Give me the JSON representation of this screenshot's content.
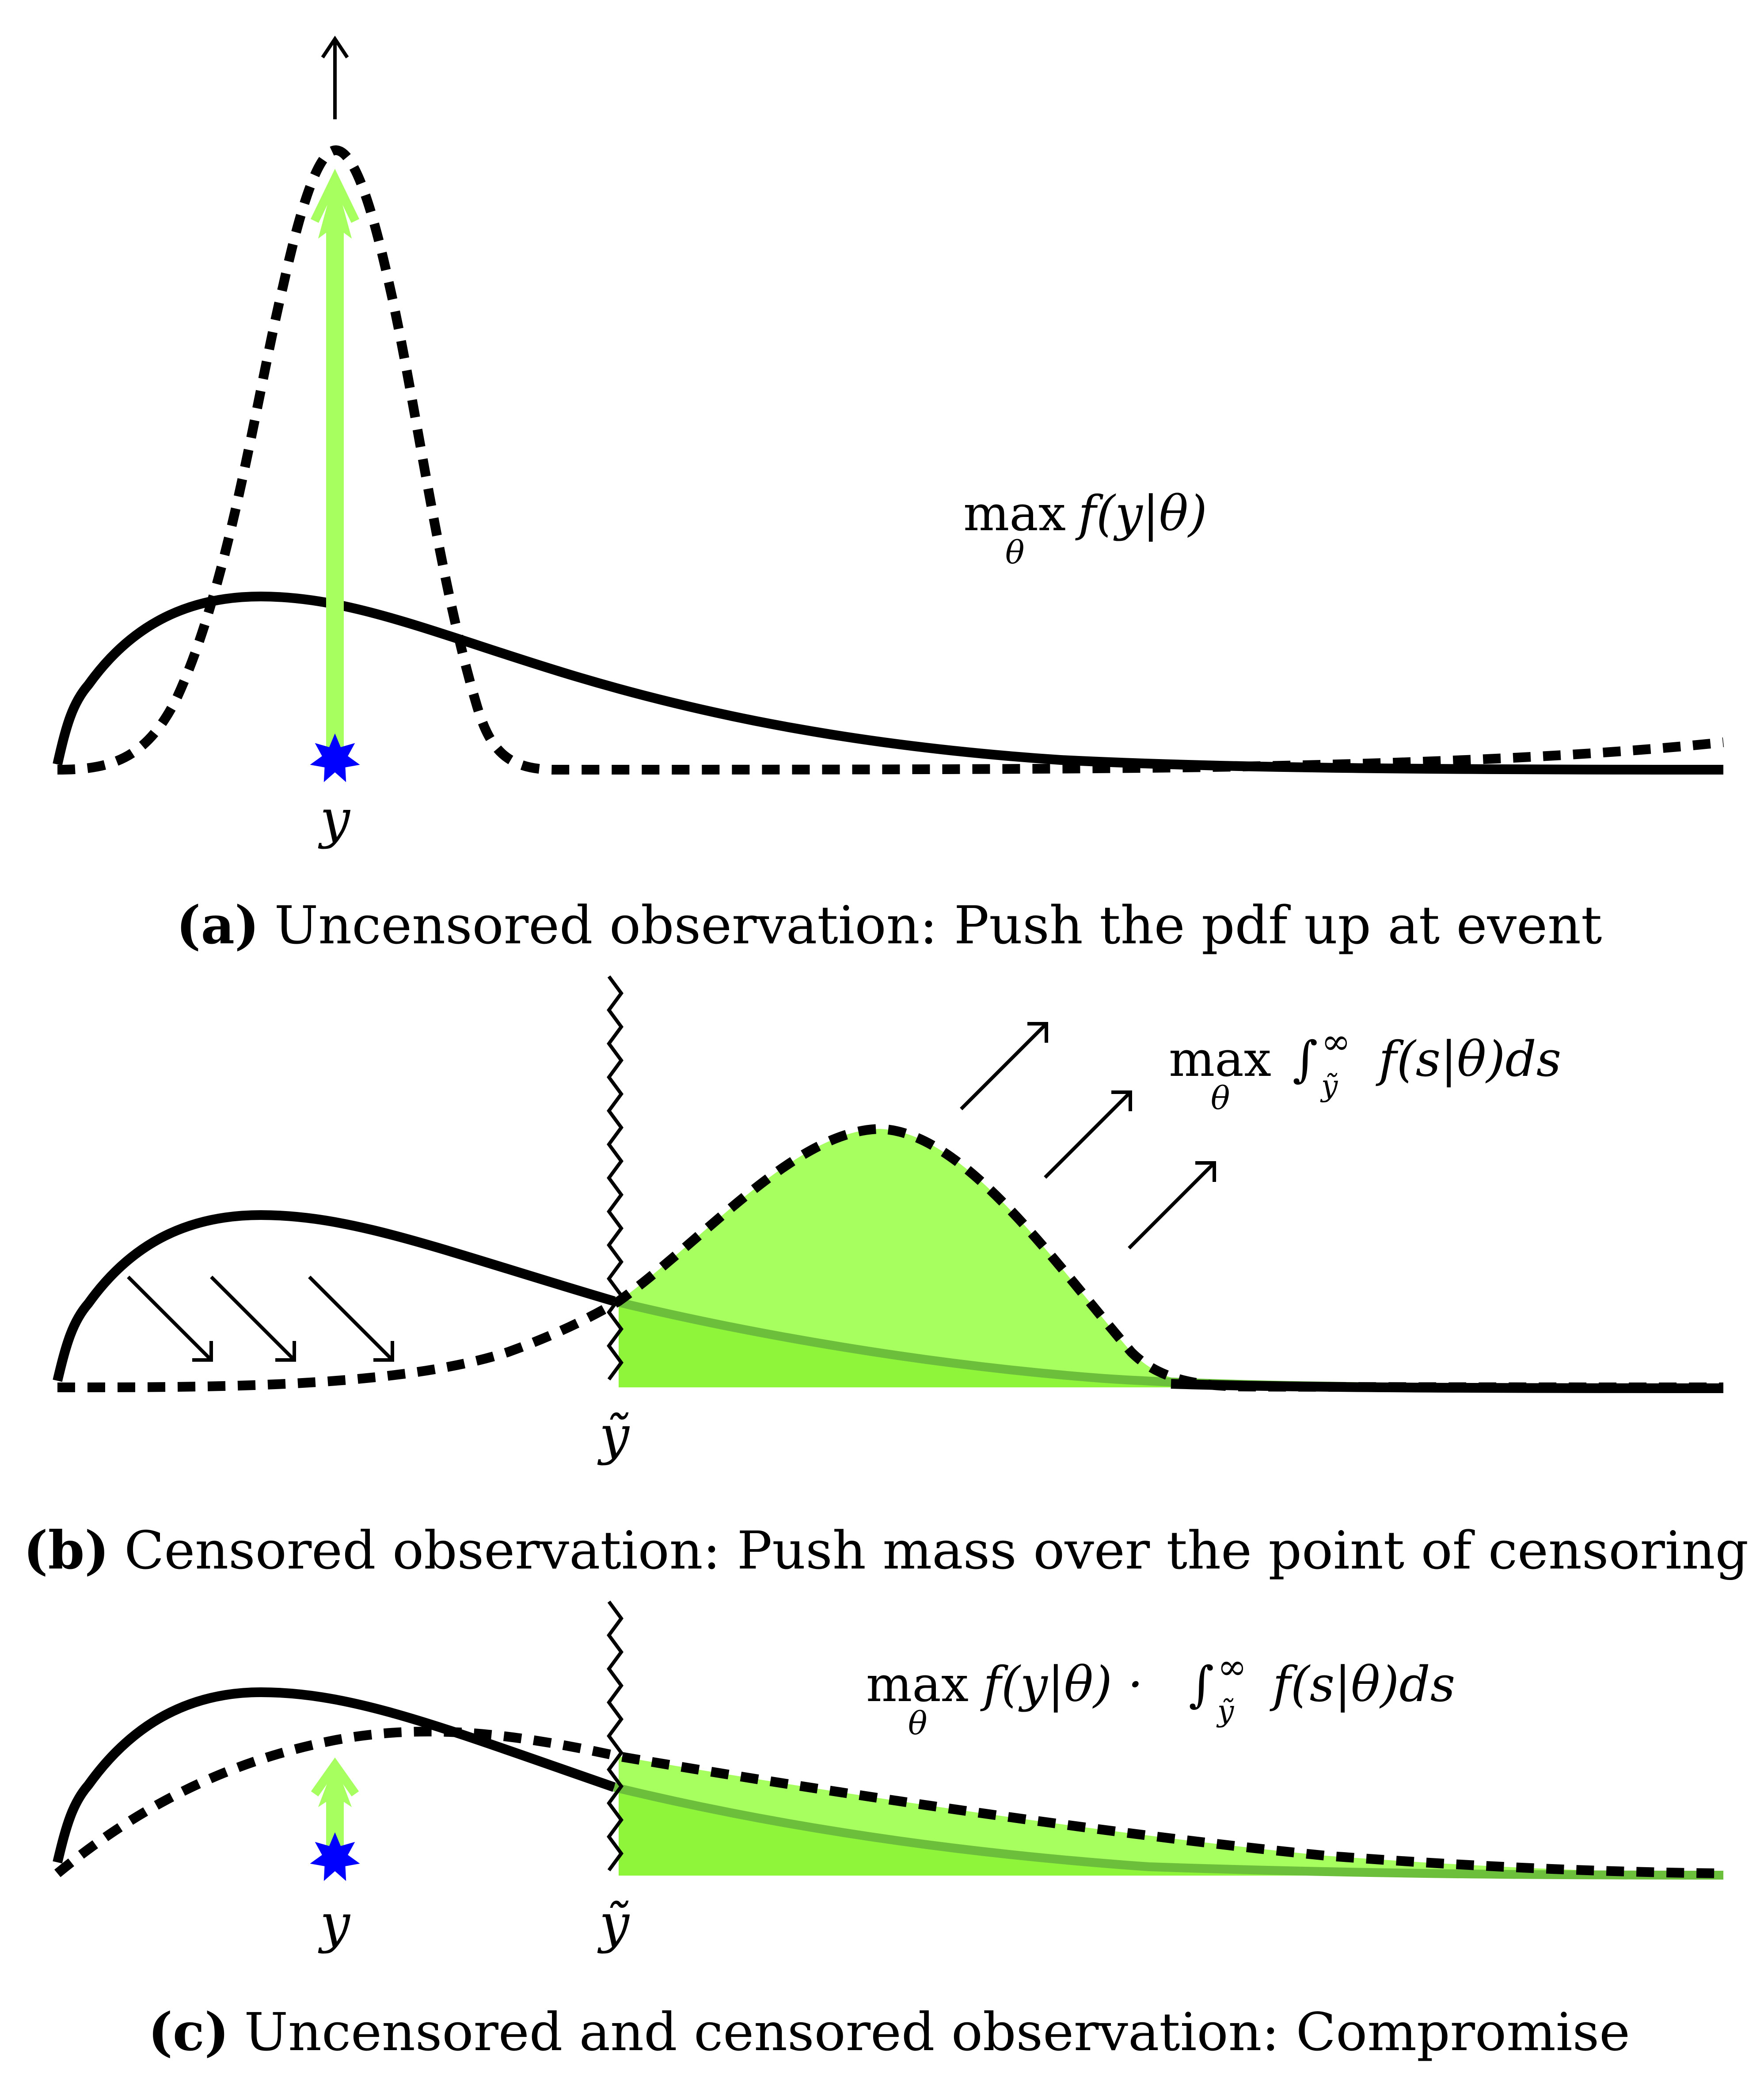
{
  "panel_a": {
    "event_label": "y",
    "objective": {
      "op": "max",
      "sub": "θ",
      "expr": "f(y|θ)"
    },
    "caption": {
      "tag": "(a)",
      "text": "Uncensored observation: Push the pdf up at event"
    }
  },
  "panel_b": {
    "censor_label": "ỹ",
    "objective": {
      "op": "max",
      "sub": "θ",
      "integral": "∫",
      "lower": "ỹ",
      "upper": "∞",
      "expr": "f(s|θ)ds"
    },
    "caption": {
      "tag": "(b)",
      "text": "Censored observation: Push mass over the point of censoring"
    }
  },
  "panel_c": {
    "event_label": "y",
    "censor_label": "ỹ",
    "objective": {
      "op": "max",
      "sub": "θ",
      "expr1": "f(y|θ) ·",
      "integral": "∫",
      "lower": "ỹ",
      "upper": "∞",
      "expr2": "f(s|θ)ds"
    },
    "caption": {
      "tag": "(c)",
      "text": "Uncensored and censored observation: Compromise"
    }
  },
  "colors": {
    "fill_green": "#a6ff5f",
    "fill_green_dark": "#8ef53a",
    "arrow_green": "#a6ff5f",
    "star_blue": "#0000ff",
    "ink": "#000000"
  },
  "icons": [
    "up-arrow-icon",
    "star-icon",
    "diagonal-arrow-icon",
    "zigzag-icon"
  ]
}
